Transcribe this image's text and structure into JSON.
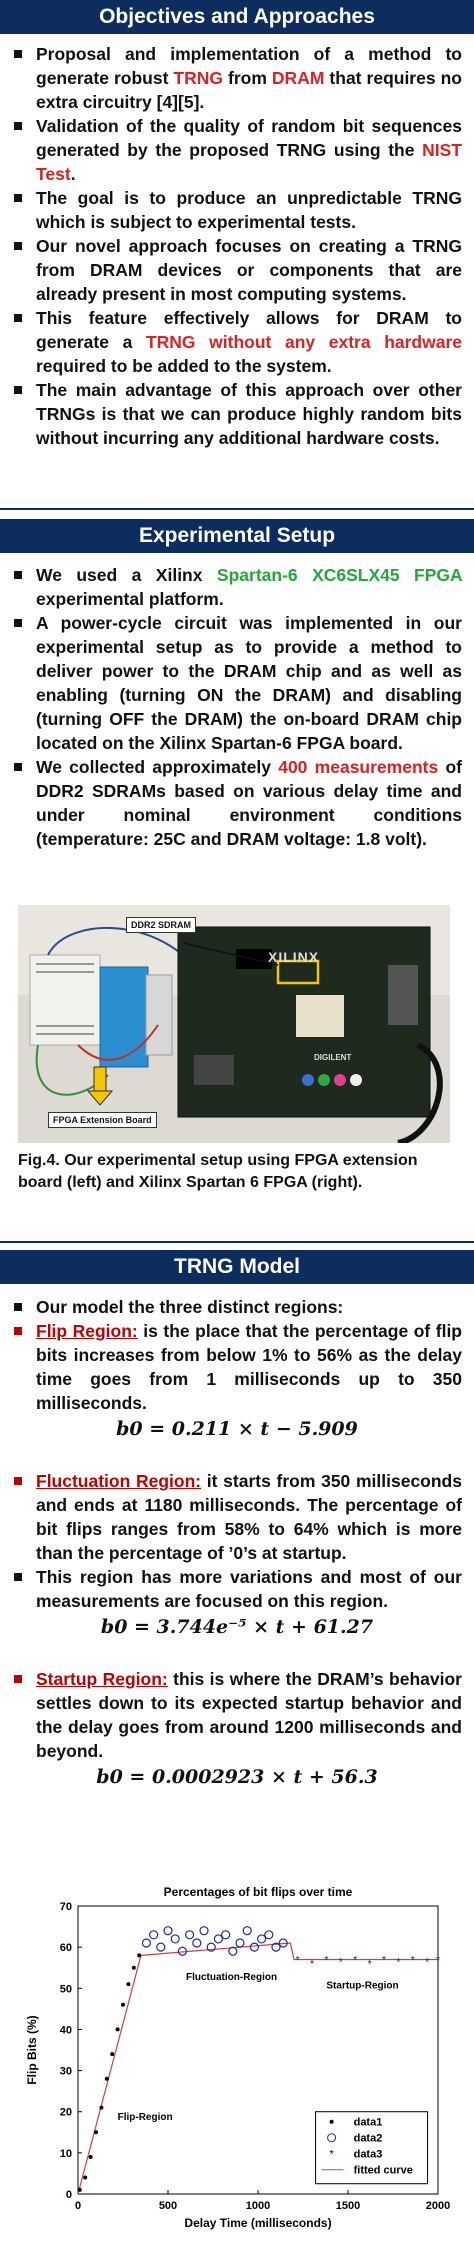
{
  "sections": {
    "objectives": {
      "title": "Objectives and Approaches",
      "b1": [
        "Proposal and implementation of a method to generate robust ",
        "TRNG",
        " from ",
        "DRAM",
        " that requires no extra circuitry [4][5]."
      ],
      "b2": [
        "Validation of the quality of random bit sequences generated by the proposed TRNG using the ",
        "NIST Test",
        "."
      ],
      "b3": "The goal is to produce an unpredictable TRNG which is subject to experimental tests.",
      "b4": "Our novel approach focuses on creating a TRNG from DRAM devices or components that are already present in most computing systems.",
      "b5": [
        "This feature effectively allows for DRAM to generate a ",
        "TRNG without any extra hardware",
        " required to be added to the system."
      ],
      "b6": "The main advantage of this approach over other TRNGs is that we can produce highly random bits without incurring any additional hardware costs."
    },
    "setup": {
      "title": "Experimental Setup",
      "b1": [
        "We used a Xilinx ",
        "Spartan-6 XC6SLX45 FPGA",
        " experimental platform."
      ],
      "b2": "A power-cycle circuit was implemented in our experimental setup as to provide a method to deliver power to the DRAM chip and as well as enabling (turning ON the DRAM) and disabling (turning OFF the DRAM) the on-board DRAM chip located on the Xilinx Spartan-6 FPGA board.",
      "b3": [
        "We collected approximately ",
        "400 measurements",
        " of DDR2 SDRAMs based on various delay time and under nominal environment conditions (temperature: 25C and DRAM voltage: 1.8 volt)."
      ],
      "photo_label_1": "DDR2 SDRAM",
      "photo_label_2": "FPGA Extension Board",
      "photo_brand": "XILINX",
      "photo_brand2": "DIGILENT",
      "caption": "Fig.4. Our experimental setup using FPGA extension board (left) and Xilinx Spartan 6 FPGA (right)."
    },
    "model": {
      "title": "TRNG Model",
      "b0": "Our model the three distinct regions:",
      "flip_head": "Flip Region:",
      "flip_text": " is the place that the percentage of flip bits increases from below 1% to 56% as the delay time goes from 1 milliseconds up to 350 milliseconds.",
      "flip_eq": "b0 = 0.211 × t − 5.909",
      "fluct_head": "Fluctuation Region:",
      "fluct_text": " it starts from 350 milliseconds and ends at 1180 milliseconds. The percentage of bit flips ranges from 58% to 64% which is more than the percentage of ’0’s at startup.",
      "fluct_note": "This region has more variations and most of our measurements are focused on this region.",
      "fluct_eq": "b0 = 3.744e⁻⁵ × t + 61.27",
      "start_head": "Startup Region:",
      "start_text": " this is where the DRAM’s behavior settles down to its expected startup behavior and the delay goes from around 1200 milliseconds and beyond.",
      "start_eq": "b0 = 0.0002923 × t + 56.3"
    }
  },
  "colors": {
    "band": "#0d2d5e",
    "red": "#e02020",
    "green": "#22a83a"
  },
  "chart_data": {
    "type": "scatter",
    "title": "Percentages of bit flips over time",
    "xlabel": "Delay Time (milliseconds)",
    "ylabel": "Flip Bits (%)",
    "xlim": [
      0,
      2000
    ],
    "ylim": [
      0,
      70
    ],
    "xticks": [
      0,
      500,
      1000,
      1500,
      2000
    ],
    "yticks": [
      0,
      10,
      20,
      30,
      40,
      50,
      60,
      70
    ],
    "annotations": [
      "Fluctuation-Region",
      "Startup-Region",
      "Flip-Region"
    ],
    "legend_position": "bottom-right",
    "series": [
      {
        "name": "data1",
        "marker": ".",
        "x": [
          10,
          40,
          70,
          100,
          130,
          160,
          190,
          220,
          250,
          280,
          310,
          340
        ],
        "y": [
          1,
          4,
          9,
          15,
          21,
          28,
          34,
          40,
          46,
          51,
          55,
          58
        ]
      },
      {
        "name": "data2",
        "marker": "o",
        "x": [
          380,
          420,
          460,
          500,
          540,
          580,
          620,
          660,
          700,
          740,
          780,
          820,
          860,
          900,
          940,
          980,
          1020,
          1060,
          1100,
          1140
        ],
        "y": [
          61,
          63,
          60,
          64,
          62,
          59,
          63,
          61,
          64,
          60,
          62,
          63,
          59,
          61,
          64,
          60,
          62,
          63,
          60,
          61
        ]
      },
      {
        "name": "data3",
        "marker": "*",
        "x": [
          1220,
          1300,
          1380,
          1460,
          1540,
          1620,
          1700,
          1780,
          1860,
          1940,
          2000
        ],
        "y": [
          57,
          56,
          57,
          56.5,
          57,
          56,
          57,
          56.5,
          57,
          56.5,
          57
        ]
      },
      {
        "name": "fitted curve",
        "marker": "line",
        "x": [
          0,
          350,
          1180,
          1200,
          2000
        ],
        "y": [
          0,
          58,
          61,
          57,
          57
        ]
      }
    ]
  }
}
